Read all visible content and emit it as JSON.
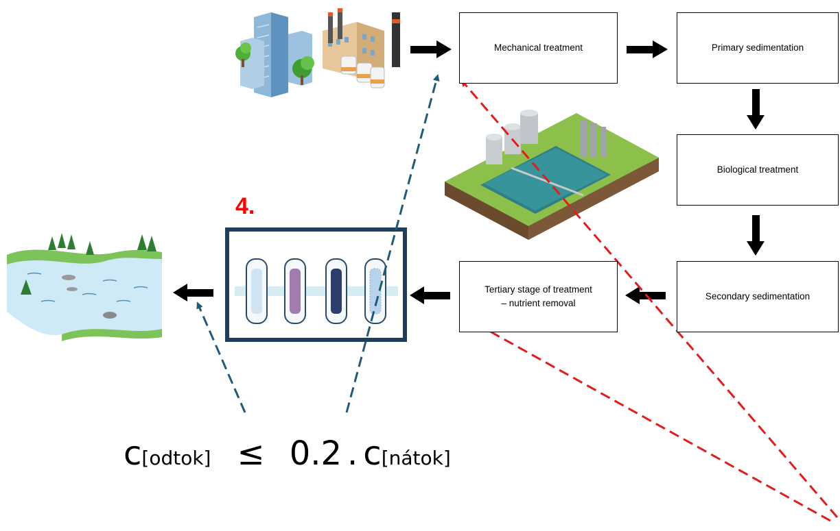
{
  "process": {
    "mechanical": "Mechanical treatment",
    "primary": "Primary sedimentation",
    "biological": "Biological treatment",
    "secondary": "Secondary sedimentation",
    "tertiary_line1": "Tertiary stage of treatment",
    "tertiary_line2": "– nutrient removal"
  },
  "stage_number": "4.",
  "formula": {
    "c1": "c",
    "sub1": "[odtok]",
    "op": "≤",
    "factor": "0.2",
    "dot": ".",
    "c2": "c",
    "sub2": "[nátok]"
  },
  "colors": {
    "red_dashed": "#e31b1b",
    "blue_dashed": "#1f5a7a",
    "filter_frame": "#1e3f5c",
    "stage_number": "#ff0000"
  }
}
